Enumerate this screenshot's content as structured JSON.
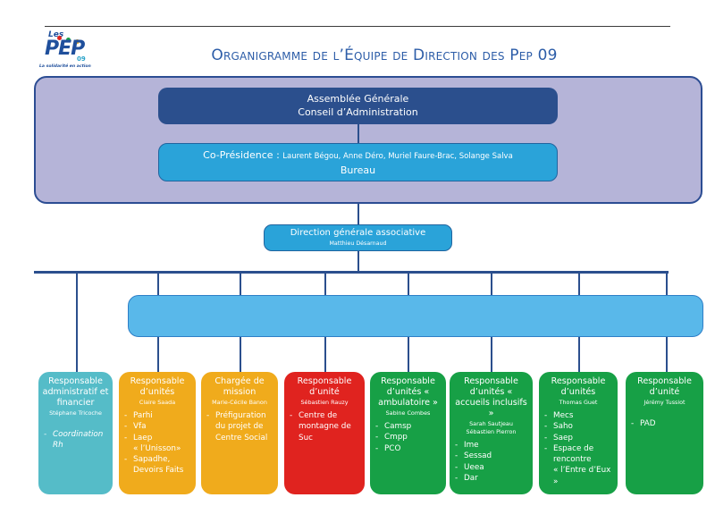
{
  "header": {
    "title": "Organigramme de l’Équipe de Direction des Pep 09",
    "logo": {
      "les": "Les",
      "pep": "PEP",
      "number": "09",
      "tagline": "La solidarité en action"
    }
  },
  "governance": {
    "assemblee": {
      "line1": "Assemblée Générale",
      "line2": "Conseil d’Administration"
    },
    "copresidence": {
      "label": "Co-Présidence :",
      "members": "Laurent Bégou, Anne Déro, Muriel Faure-Brac, Solange Salva",
      "line2": "Bureau"
    }
  },
  "direction": {
    "title": "Direction générale associative",
    "name": "Matthieu Désarnaud"
  },
  "cards": [
    {
      "title": "Responsable administratif et financier",
      "name": "Stéphane Tricoche",
      "items": [
        "Coordination Rh"
      ]
    },
    {
      "title": "Responsable d’unités",
      "name": "Claire Saada",
      "items": [
        "Parhi",
        "Vfa",
        "Laep",
        "« l’Unisson»",
        "Sapadhe, Devoirs Faits"
      ]
    },
    {
      "title": "Chargée de mission",
      "name": "Marie-Cécile Banon",
      "items": [
        "Préfiguration du projet de Centre Social"
      ]
    },
    {
      "title": "Responsable d’unité",
      "name": "Sébastien Rauzy",
      "items": [
        "Centre de montagne de Suc"
      ]
    },
    {
      "title": "Responsable d’unités « ambulatoire »",
      "name": "Sabine Combes",
      "items": [
        "Camsp",
        "Cmpp",
        "PCO"
      ]
    },
    {
      "title": "Responsable d’unités « accueils inclusifs »",
      "name": "Sarah Sautjeau",
      "name2": "Sébastien Pierron",
      "items": [
        "Ime",
        "Sessad",
        "Ueea",
        "Dar"
      ]
    },
    {
      "title": "Responsable d’unités",
      "name": "Thomas Guet",
      "items": [
        "Mecs",
        "Saho",
        "Saep",
        "Espace de rencontre",
        "« l’Entre d’Eux »"
      ]
    },
    {
      "title": "Responsable d’unité",
      "name": "Jérémy Tussiot",
      "items": [
        "PAD"
      ]
    }
  ],
  "colors": {
    "navy": "#2b4f8d",
    "sky": "#2aa3d9",
    "frame": "#b5b4d8",
    "band": "#59b8ea",
    "teal": "#55bcc8",
    "orange": "#f0ab1c",
    "red": "#e0231f",
    "green": "#17a046"
  }
}
